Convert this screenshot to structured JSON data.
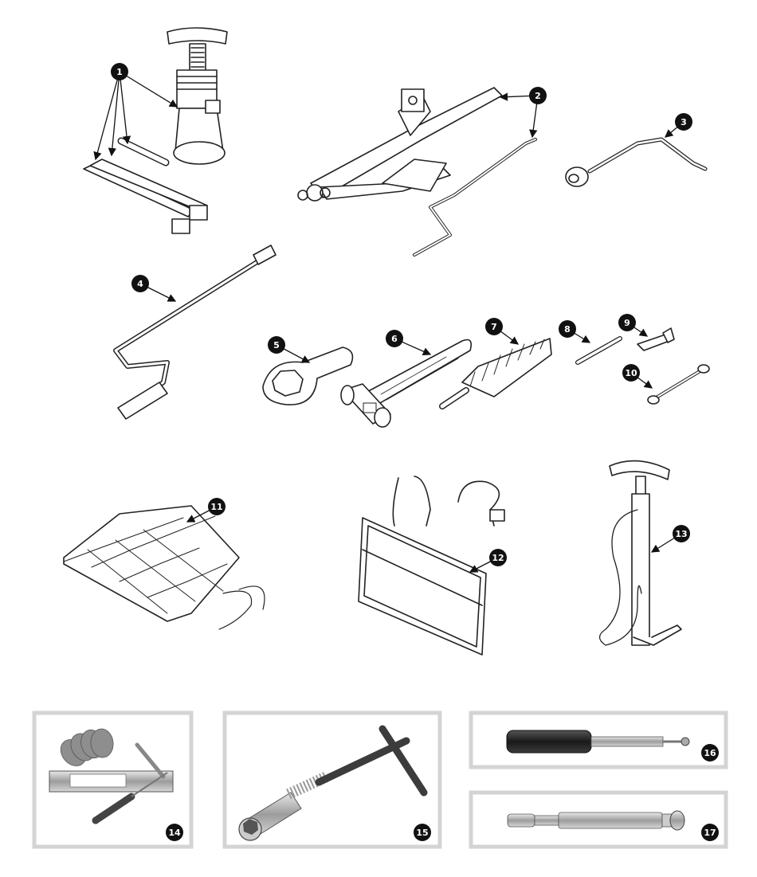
{
  "callouts": [
    {
      "num": "1",
      "part": "bottle-jack"
    },
    {
      "num": "2",
      "part": "scissor-jack"
    },
    {
      "num": "3",
      "part": "wheel-brace"
    },
    {
      "num": "4",
      "part": "starting-handle"
    },
    {
      "num": "5",
      "part": "hub-nut-spanner"
    },
    {
      "num": "6",
      "part": "copper-hammer"
    },
    {
      "num": "7",
      "part": "wire-brush"
    },
    {
      "num": "8",
      "part": "tommy-bar"
    },
    {
      "num": "9",
      "part": "allen-key"
    },
    {
      "num": "10",
      "part": "tappet-spanner"
    },
    {
      "num": "11",
      "part": "tool-roll"
    },
    {
      "num": "12",
      "part": "tool-bag"
    },
    {
      "num": "13",
      "part": "tyre-pump"
    },
    {
      "num": "14",
      "part": "feeler-gauge-set"
    },
    {
      "num": "15",
      "part": "spark-plug-spanner"
    },
    {
      "num": "16",
      "part": "grease-gun"
    },
    {
      "num": "17",
      "part": "grease-nipple-tool"
    }
  ],
  "colors": {
    "line": "#222222",
    "fill": "#ffffff",
    "shade": "#e6e6e6",
    "frame": "#d4d4d4",
    "badge": "#111111",
    "badge_text": "#ffffff",
    "metal": "#9a9a9a",
    "dark_grip": "#2b2b2b"
  }
}
